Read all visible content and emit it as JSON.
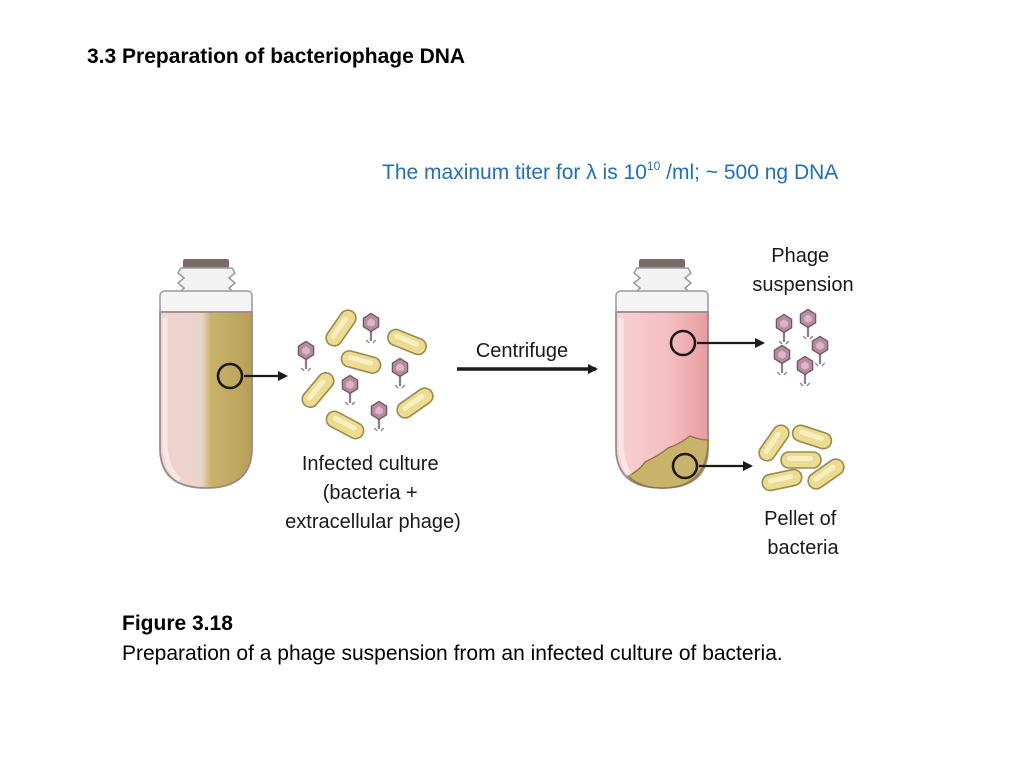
{
  "slide": {
    "title": "3.3 Preparation of bacteriophage DNA"
  },
  "note": {
    "prefix": "The maxinum titer for λ is 10",
    "exponent": "10",
    "suffix": " /ml; ~ 500 ng DNA",
    "color": "#1f6fbf"
  },
  "diagram": {
    "step_label": "Centrifuge",
    "left_label": [
      "Infected culture",
      "(bacteria +",
      "extracellular phage)"
    ],
    "top_right_label": [
      "Phage",
      "suspension"
    ],
    "bottom_right_label": [
      "Pellet of",
      "bacteria"
    ],
    "colors": {
      "culture": "#c9b36a",
      "supernatant": "#f2b2b4",
      "bacterium": "#ecdc90",
      "phage_head": "#b88aa0",
      "cap": "#7a6a68"
    }
  },
  "caption": {
    "label": "Figure 3.18",
    "text": "Preparation of a phage suspension from an infected culture of bacteria."
  }
}
